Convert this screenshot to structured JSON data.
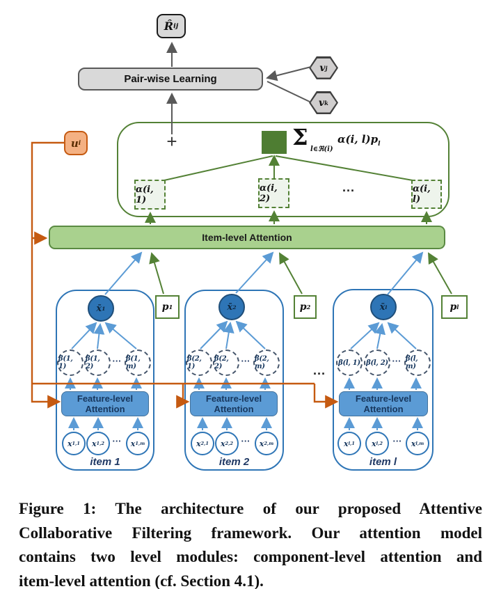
{
  "figure": {
    "rhat": {
      "base": "R̂",
      "sub": "ij"
    },
    "pairwise_label": "Pair-wise Learning",
    "vj": {
      "base": "v",
      "sub": "j"
    },
    "vk": {
      "base": "v",
      "sub": "k"
    },
    "ui": {
      "base": "u",
      "sub": "i"
    },
    "plus": "+",
    "sum": {
      "sigma": "Σ",
      "subscript": "l∈ℜ(i)",
      "expr_base": "α(i, l)p",
      "expr_sub": "l"
    },
    "alphas": [
      "α(i, 1)",
      "α(i, 2)",
      "α(i, l)"
    ],
    "dots": "···",
    "item_bar_label": "Item-level Attention",
    "p_nodes": [
      {
        "base": "p",
        "sub": "1"
      },
      {
        "base": "p",
        "sub": "2"
      },
      {
        "base": "p",
        "sub": "l"
      }
    ],
    "modules": [
      {
        "xbar": {
          "base": "x̄",
          "sub": "1"
        },
        "betas": [
          "β(1, 1)",
          "β(1, 2)",
          "β(1, m)"
        ],
        "feature_line1": "Feature-level",
        "feature_line2": "Attention",
        "inputs": [
          {
            "base": "x",
            "sub": "1,1"
          },
          {
            "base": "x",
            "sub": "1,2"
          },
          {
            "base": "x",
            "sub": "1,m"
          }
        ],
        "item_label": "item 1"
      },
      {
        "xbar": {
          "base": "x̄",
          "sub": "2"
        },
        "betas": [
          "β(2, 1)",
          "β(2, 2)",
          "β(2, m)"
        ],
        "feature_line1": "Feature-level",
        "feature_line2": "Attention",
        "inputs": [
          {
            "base": "x",
            "sub": "2,1"
          },
          {
            "base": "x",
            "sub": "2,2"
          },
          {
            "base": "x",
            "sub": "2,m"
          }
        ],
        "item_label": "item 2"
      },
      {
        "xbar": {
          "base": "x̄",
          "sub": "l"
        },
        "betas": [
          "β(l, 1)",
          "β(l, 2)",
          "β(l, m)"
        ],
        "feature_line1": "Feature-level",
        "feature_line2": "Attention",
        "inputs": [
          {
            "base": "x",
            "sub": "l,1"
          },
          {
            "base": "x",
            "sub": "l,2"
          },
          {
            "base": "x",
            "sub": "l,m"
          }
        ],
        "item_label": "item l"
      }
    ]
  },
  "caption": {
    "lines": [
      "Figure 1: The architecture of our proposed Attentive",
      "Collaborative Filtering framework. Our attention model",
      "contains two level modules: component-level attention and",
      "item-level attention (cf. Section 4.1)."
    ]
  },
  "colors": {
    "gray_fill": "#d9d9d9",
    "gray_line": "#595959",
    "green_line": "#538135",
    "green_fill": "#a9d18e",
    "green_square": "#4e7d32",
    "blue_line": "#5b9bd5",
    "blue_fill": "#2e75b6",
    "orange_line": "#c55a11",
    "orange_fill": "#f4b183"
  }
}
